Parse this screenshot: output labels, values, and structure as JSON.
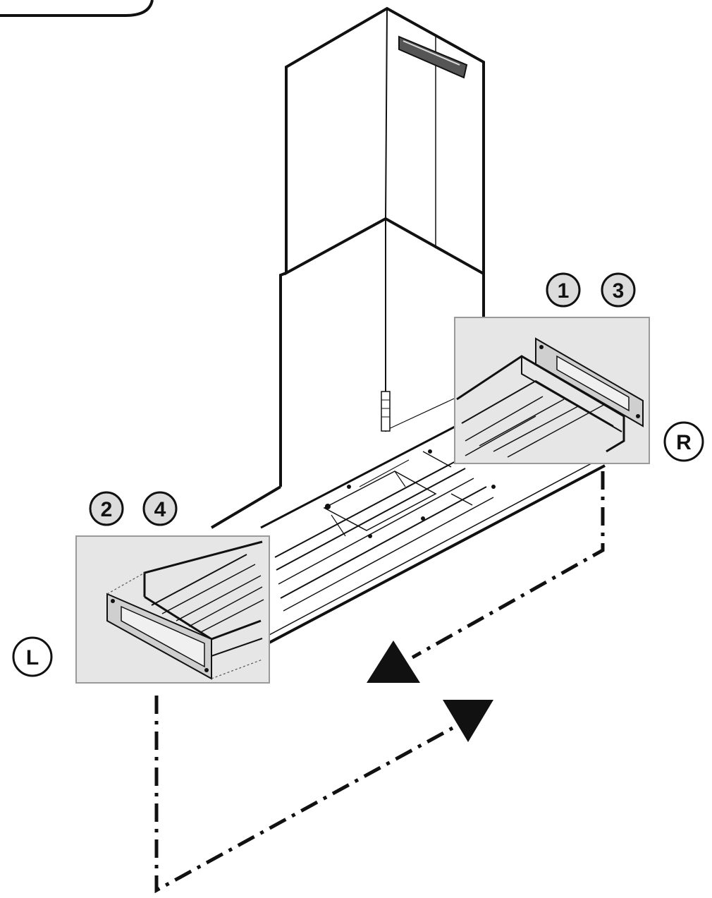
{
  "colors": {
    "line": "#111111",
    "inset_bg": "#e6e6e6",
    "inset_border": "#9a9a9a",
    "badge_fill": "#dcdcdc",
    "circle_fill": "#ffffff"
  },
  "callouts": {
    "right_steps": [
      "1",
      "3"
    ],
    "left_steps": [
      "2",
      "4"
    ],
    "right_side": "R",
    "left_side": "L"
  },
  "icons": {
    "up": "triangle-up",
    "down": "triangle-down"
  }
}
